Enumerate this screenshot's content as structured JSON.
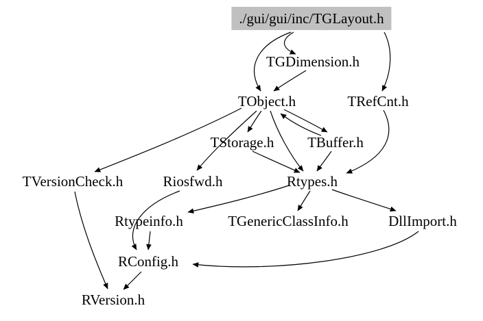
{
  "diagram": {
    "type": "include-dependency-graph",
    "background_color": "#ffffff",
    "root_highlight_color": "#c0c0c0",
    "nodes": [
      {
        "id": "tglayout",
        "label": "./gui/gui/inc/TGLayout.h",
        "root": true
      },
      {
        "id": "tgdimension",
        "label": "TGDimension.h"
      },
      {
        "id": "tobject",
        "label": "TObject.h"
      },
      {
        "id": "trefcnt",
        "label": "TRefCnt.h"
      },
      {
        "id": "tstorage",
        "label": "TStorage.h"
      },
      {
        "id": "tbuffer",
        "label": "TBuffer.h"
      },
      {
        "id": "tversioncheck",
        "label": "TVersionCheck.h"
      },
      {
        "id": "riosfwd",
        "label": "Riosfwd.h"
      },
      {
        "id": "rtypes",
        "label": "Rtypes.h"
      },
      {
        "id": "rtypeinfo",
        "label": "Rtypeinfo.h"
      },
      {
        "id": "tgenericclassinfo",
        "label": "TGenericClassInfo.h"
      },
      {
        "id": "dllimport",
        "label": "DllImport.h"
      },
      {
        "id": "rconfig",
        "label": "RConfig.h"
      },
      {
        "id": "rversion",
        "label": "RVersion.h"
      }
    ],
    "edges": [
      {
        "from": "tglayout",
        "to": "tgdimension"
      },
      {
        "from": "tglayout",
        "to": "tobject"
      },
      {
        "from": "tglayout",
        "to": "trefcnt"
      },
      {
        "from": "tgdimension",
        "to": "tobject"
      },
      {
        "from": "tobject",
        "to": "tstorage"
      },
      {
        "from": "tobject",
        "to": "tbuffer"
      },
      {
        "from": "tbuffer",
        "to": "tobject"
      },
      {
        "from": "tobject",
        "to": "tversioncheck"
      },
      {
        "from": "tobject",
        "to": "riosfwd"
      },
      {
        "from": "tobject",
        "to": "rtypes"
      },
      {
        "from": "tstorage",
        "to": "rtypes"
      },
      {
        "from": "tbuffer",
        "to": "rtypes"
      },
      {
        "from": "trefcnt",
        "to": "rtypes"
      },
      {
        "from": "rtypes",
        "to": "rtypeinfo"
      },
      {
        "from": "rtypes",
        "to": "tgenericclassinfo"
      },
      {
        "from": "rtypes",
        "to": "dllimport"
      },
      {
        "from": "dllimport",
        "to": "rconfig"
      },
      {
        "from": "riosfwd",
        "to": "rconfig"
      },
      {
        "from": "rtypeinfo",
        "to": "rconfig"
      },
      {
        "from": "rconfig",
        "to": "rversion"
      },
      {
        "from": "tversioncheck",
        "to": "rversion"
      }
    ]
  }
}
